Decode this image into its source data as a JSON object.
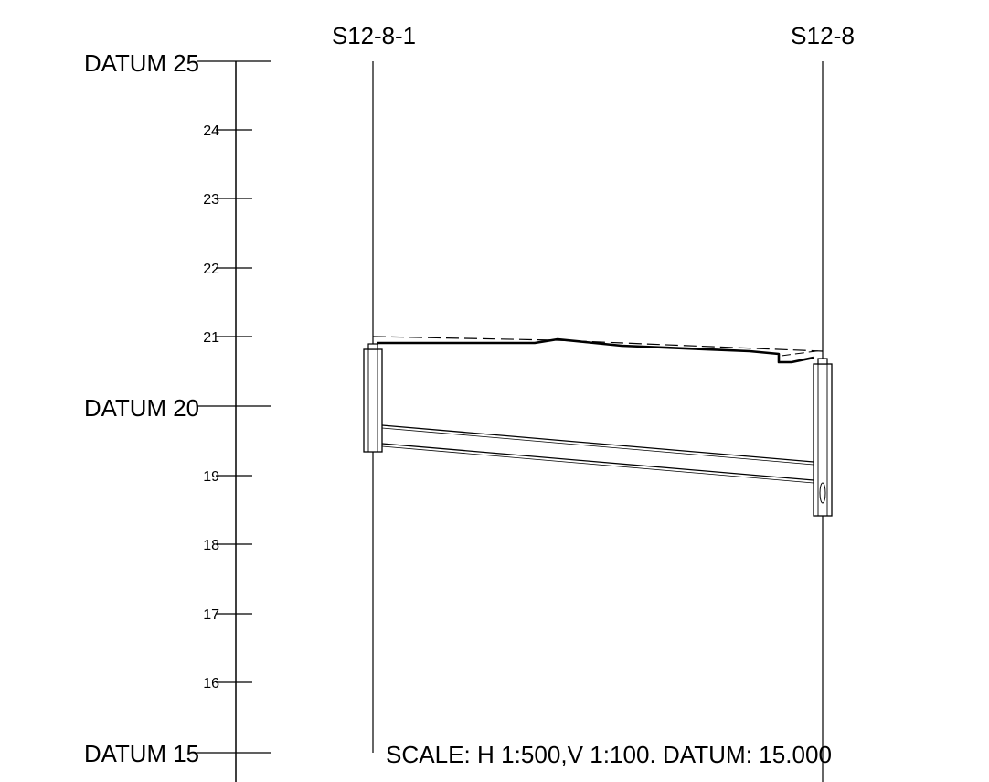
{
  "manholes": [
    {
      "id": "S12-8-1"
    },
    {
      "id": "S12-8"
    }
  ],
  "datum_labels": [
    "DATUM 25",
    "DATUM 20",
    "DATUM 15"
  ],
  "minor_ticks": [
    "24",
    "23",
    "22",
    "21",
    "19",
    "18",
    "17",
    "16"
  ],
  "scale_note": "SCALE: H 1:500,V 1:100. DATUM: 15.000"
}
